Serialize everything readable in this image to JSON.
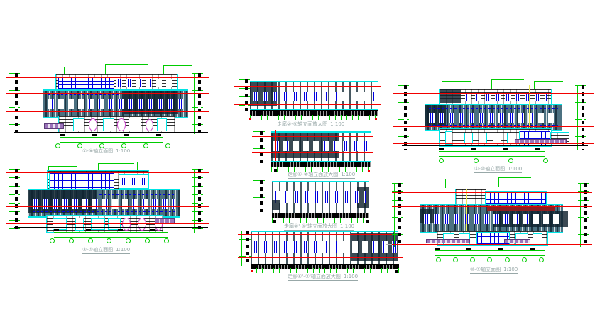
{
  "document": {
    "type": "建筑立面图图纸",
    "sheet_background": "#ffffff"
  },
  "drawings": {
    "tl": {
      "label": "①-⑧轴立面图",
      "scale": "1:100"
    },
    "bl": {
      "label": "⑧-①轴立面图",
      "scale": "1:100"
    },
    "tr": {
      "label": "①-⑩轴立面图",
      "scale": "1:100"
    },
    "br": {
      "label": "⑩-①轴立面图",
      "scale": "1:100"
    },
    "m1": {
      "label": "走廊②-⑥轴立面放大图",
      "scale": "1:100"
    },
    "m2": {
      "label": "走廊⑥-②轴立面放大图",
      "scale": "1:100"
    },
    "m3": {
      "label": "走廊②'-⑥'轴立面放大图",
      "scale": "1:100"
    },
    "m4": {
      "label": "走廊⑥'-②'轴立面放大图",
      "scale": "1:100"
    }
  },
  "colors": {
    "outline_cyan": "#00e5e5",
    "dimension_green": "#00cc00",
    "level_line_red": "#f20000",
    "window_blue": "#0000e0",
    "wall_slate": "#4c7181",
    "wall_dark": "#102230",
    "accent_dark_red": "#8b1f1f",
    "accent_purple": "#9b74ba",
    "accent_magenta": "#cc44cc",
    "accent_yellow": "#ecec5a",
    "hatch_black": "#000000",
    "label_gray": "#98a8a8"
  }
}
